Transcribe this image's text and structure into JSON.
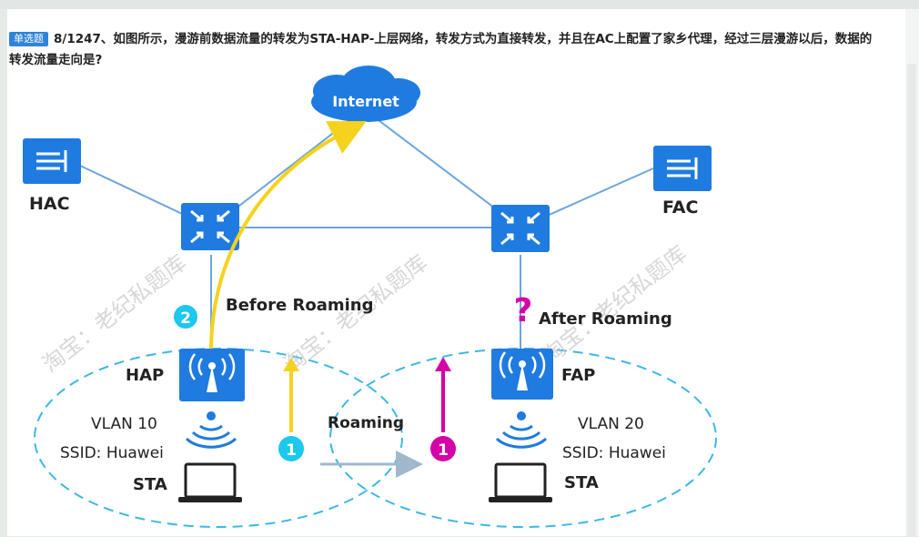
{
  "question": {
    "badge": "单选题",
    "text": "8/1247、如图所示，漫游前数据流量的转发为STA-HAP-上层网络，转发方式为直接转发，并且在AC上配置了家乡代理，经过三层漫游以后，数据的转发流量走向是?"
  },
  "diagram": {
    "internet": "Internet",
    "hac": "HAC",
    "fac": "FAC",
    "before_roaming": "Before  Roaming",
    "after_roaming": "After  Roaming",
    "hap": "HAP",
    "fap": "FAP",
    "vlan_home": "VLAN  10",
    "vlan_foreign": "VLAN  20",
    "ssid_home": "SSID: Huawei",
    "ssid_foreign": "SSID: Huawei",
    "sta_home": "STA",
    "sta_foreign": "STA",
    "roaming": "Roaming",
    "step1_left": "1",
    "step1_right": "1",
    "step2": "2",
    "question_mark": "?",
    "watermark_1": "淘宝：老纪私题库",
    "watermark_2": "淘宝：老纪私题库",
    "watermark_3": "淘宝：老纪私题库"
  },
  "colors": {
    "badge": "#2f83db",
    "device_blue": "#1f7be0",
    "link_line": "#6da5dd",
    "dashed_circle": "#3cb8e4",
    "yellow_arrow": "#f5d21d",
    "magenta": "#d400a8",
    "cyan_marker": "#1cc8ec",
    "roaming_arrow": "#9fb8cc"
  }
}
